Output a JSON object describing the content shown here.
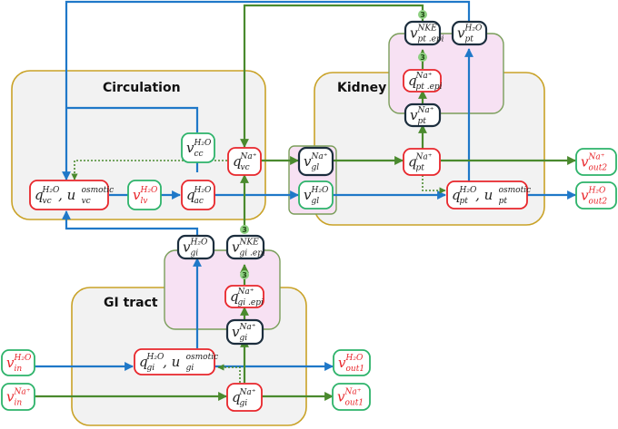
{
  "compartments": {
    "circulation": "Circulation",
    "kidney": "Kidney",
    "gi_tract": "GI tract"
  },
  "stoichiometry_badge": "3",
  "colors": {
    "water_flow": "#1f78c8",
    "sodium_flow": "#4a8a2e",
    "state_border": "#e8262b",
    "flux_border": "#2db36a",
    "transporter_border": "#1c2e3e",
    "compartment_border": "#c9a227",
    "epithelium_fill": "#f7e1f3"
  },
  "nodes": {
    "q_vc_h2o": {
      "sym": "q",
      "sup": "H₂O",
      "sub": "vc",
      "sym2": ", u",
      "sup2": "osmotic",
      "sub2": "vc"
    },
    "v_lv_h2o": {
      "sym": "v",
      "sup": "H₂O",
      "sub": "lv"
    },
    "q_ac_h2o": {
      "sym": "q",
      "sup": "H₂O",
      "sub": "ac"
    },
    "v_cc_h2o": {
      "sym": "v",
      "sup": "H₂O",
      "sub": "cc"
    },
    "q_vc_na": {
      "sym": "q",
      "sup": "Na⁺",
      "sub": "vc"
    },
    "v_gl_na": {
      "sym": "v",
      "sup": "Na⁺",
      "sub": "gl"
    },
    "v_gl_h2o": {
      "sym": "v",
      "sup": "H₂O",
      "sub": "gl"
    },
    "q_pt_na": {
      "sym": "q",
      "sup": "Na⁺",
      "sub": "pt"
    },
    "q_pt_h2o": {
      "sym": "q",
      "sup": "H₂O",
      "sub": "pt",
      "sym2": ", u",
      "sup2": "osmotic",
      "sub2": "pt"
    },
    "v_pt_na": {
      "sym": "v",
      "sup": "Na⁺",
      "sub": "pt"
    },
    "q_pt_epi_na": {
      "sym": "q",
      "sup": "Na⁺",
      "sub": "pt .epi"
    },
    "v_pt_epi_nke": {
      "sym": "v",
      "sup": "NKE",
      "sub": "pt .epi"
    },
    "v_pt_h2o": {
      "sym": "v",
      "sup": "H₂O",
      "sub": "pt"
    },
    "v_out2_na": {
      "sym": "v",
      "sup": "Na⁺",
      "sub": "out2"
    },
    "v_out2_h2o": {
      "sym": "v",
      "sup": "H₂O",
      "sub": "out2"
    },
    "v_gi_h2o": {
      "sym": "v",
      "sup": "H₂O",
      "sub": "gi"
    },
    "v_gi_epi_nke": {
      "sym": "v",
      "sup": "NKE",
      "sub": "gi .epi"
    },
    "q_gi_epi_na": {
      "sym": "q",
      "sup": "Na⁺",
      "sub": "gi .epi"
    },
    "v_gi_na": {
      "sym": "v",
      "sup": "Na⁺",
      "sub": "gi"
    },
    "q_gi_h2o": {
      "sym": "q",
      "sup": "H₂O",
      "sub": "gi",
      "sym2": ", u",
      "sup2": "osmotic",
      "sub2": "gi"
    },
    "q_gi_na": {
      "sym": "q",
      "sup": "Na⁺",
      "sub": "gi"
    },
    "v_in_h2o": {
      "sym": "v",
      "sup": "H₂O",
      "sub": "in"
    },
    "v_in_na": {
      "sym": "v",
      "sup": "Na⁺",
      "sub": "in"
    },
    "v_out1_h2o": {
      "sym": "v",
      "sup": "H₂O",
      "sub": "out1"
    },
    "v_out1_na": {
      "sym": "v",
      "sup": "Na⁺",
      "sub": "out1"
    }
  }
}
